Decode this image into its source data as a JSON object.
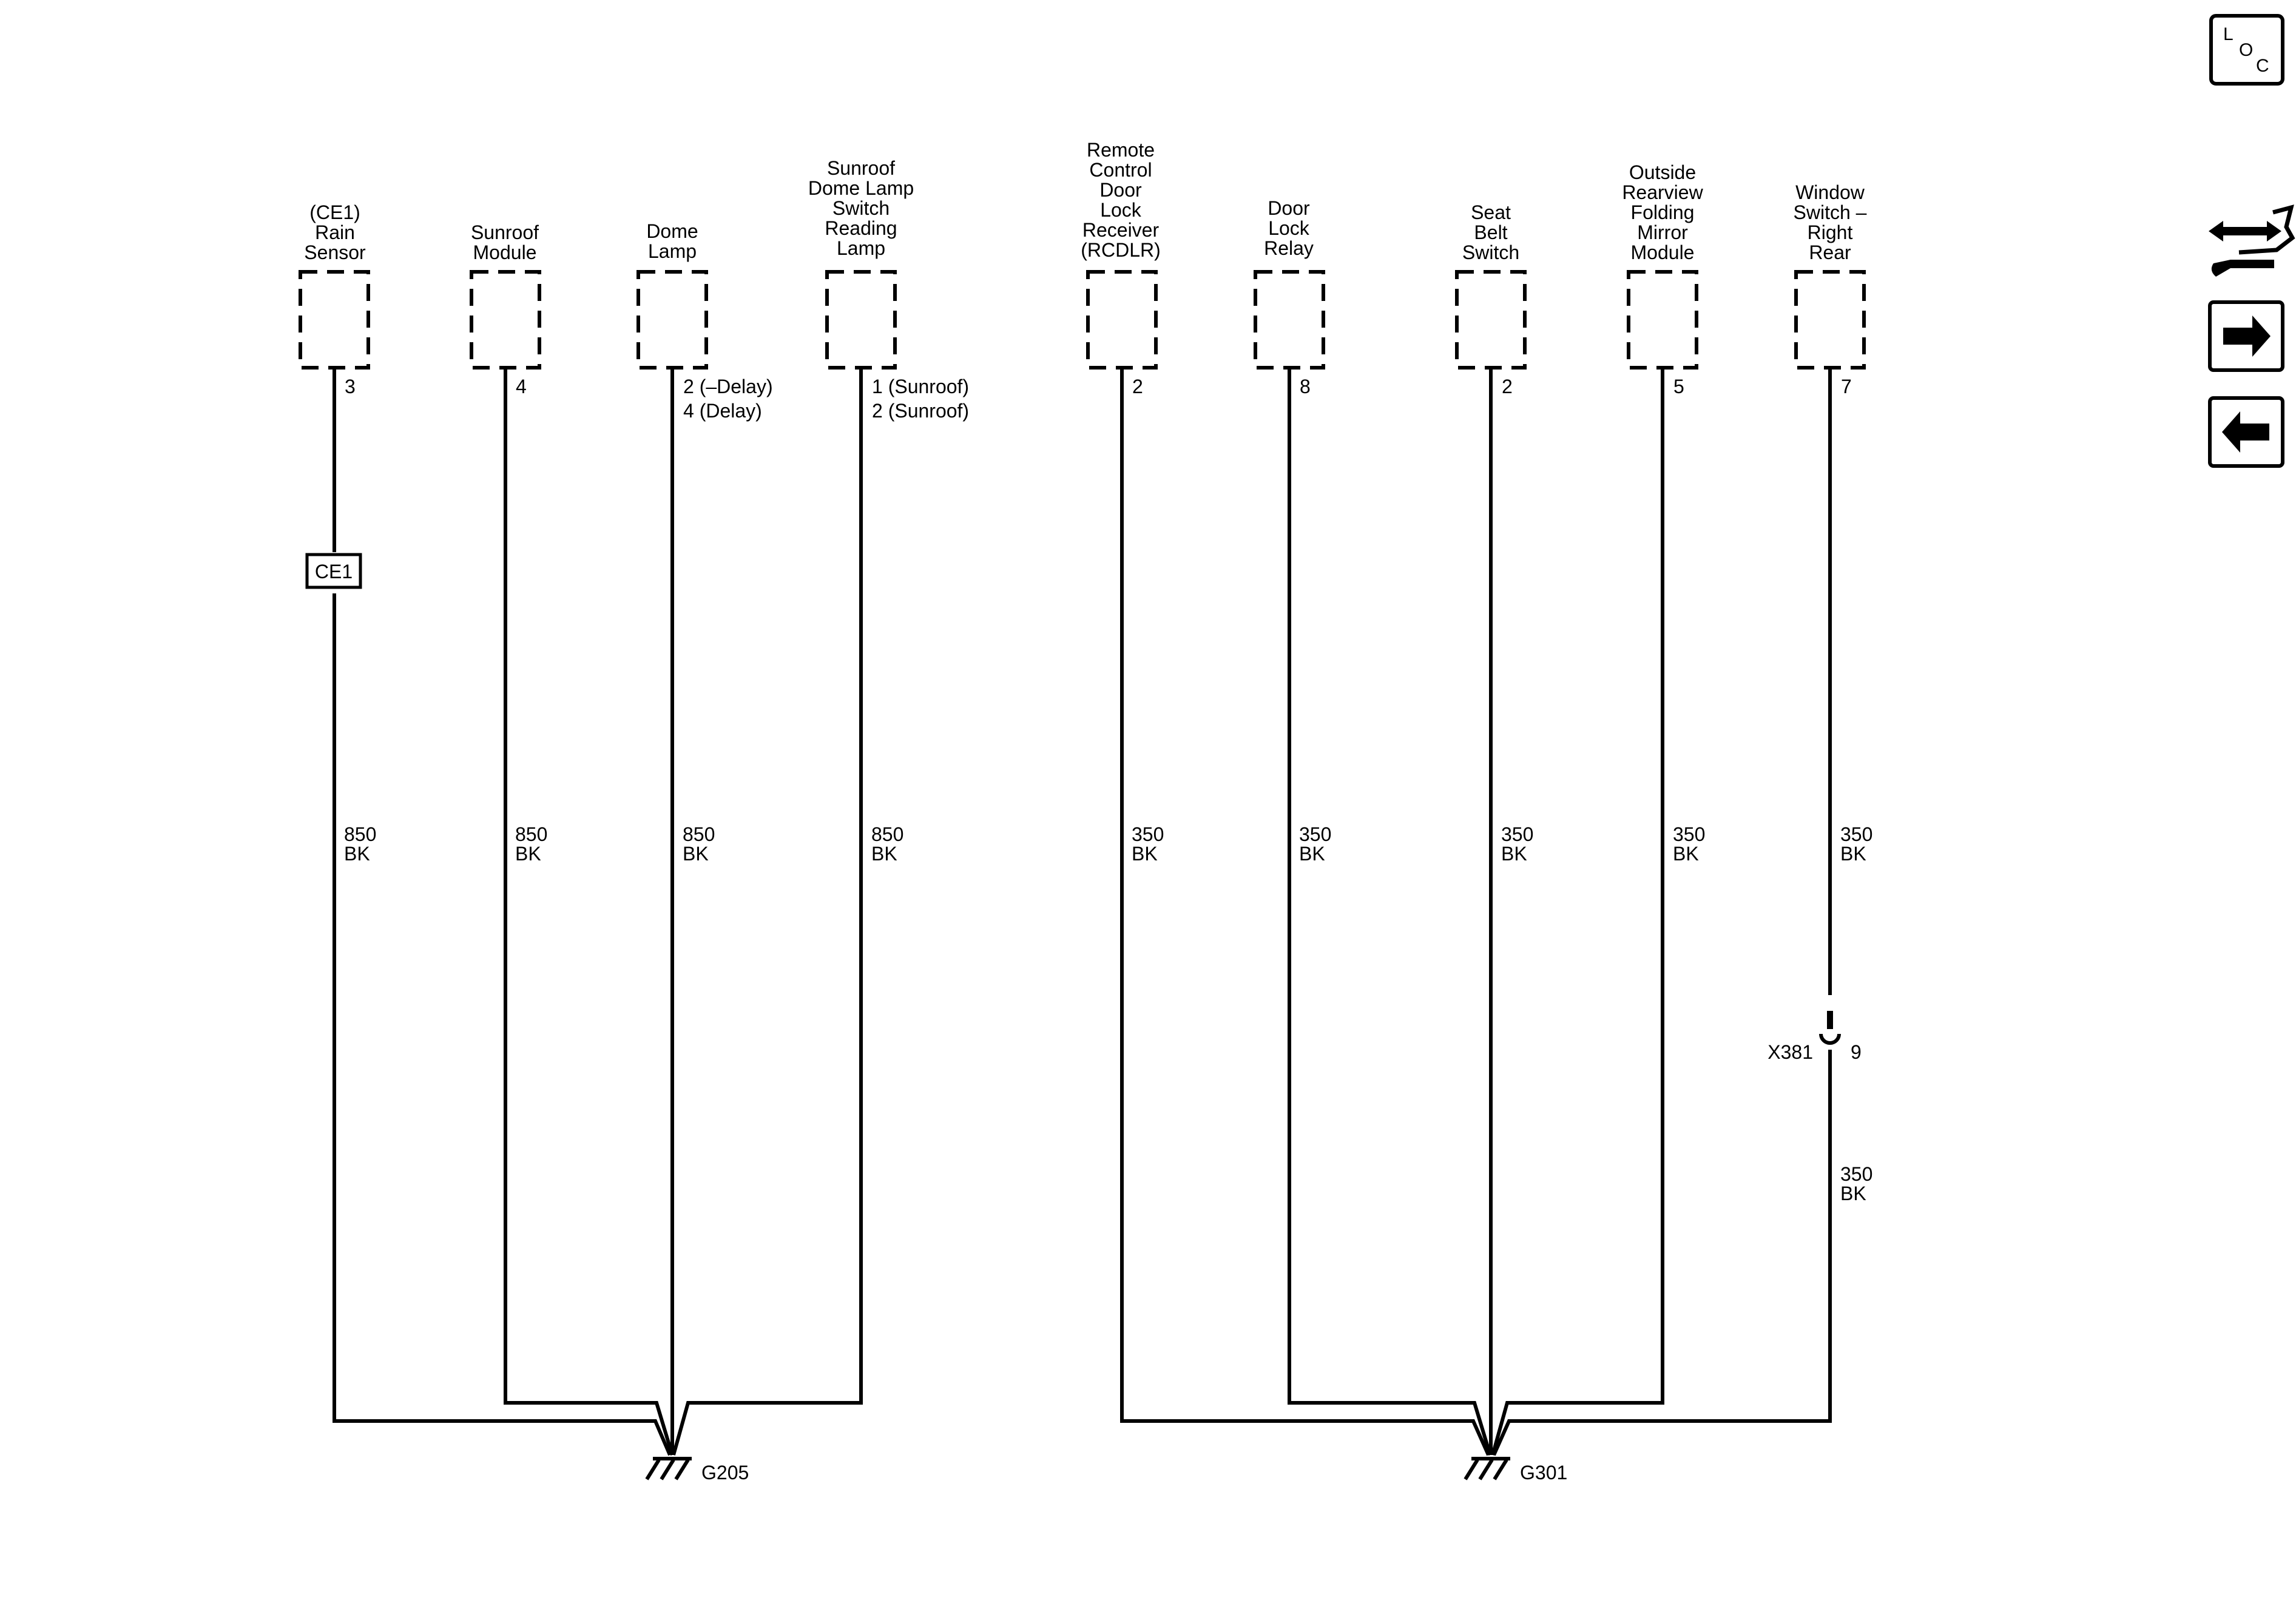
{
  "components": [
    {
      "lines": [
        "(CE1)",
        "Rain",
        "Sensor"
      ],
      "pin": "3",
      "wire": [
        "850",
        "BK"
      ]
    },
    {
      "lines": [
        "Sunroof",
        "Module"
      ],
      "pin": "4",
      "wire": [
        "850",
        "BK"
      ]
    },
    {
      "lines": [
        "Dome",
        "Lamp"
      ],
      "pin": [
        "2 (–Delay)",
        "4 (Delay)"
      ],
      "wire": [
        "850",
        "BK"
      ]
    },
    {
      "lines": [
        "Sunroof",
        "Dome Lamp",
        "Switch",
        "Reading",
        "Lamp"
      ],
      "pin": [
        "1 (Sunroof)",
        "2 (Sunroof)"
      ],
      "wire": [
        "850",
        "BK"
      ]
    },
    {
      "lines": [
        "Remote",
        "Control",
        "Door",
        "Lock",
        "Receiver",
        "(RCDLR)"
      ],
      "pin": "2",
      "wire": [
        "350",
        "BK"
      ]
    },
    {
      "lines": [
        "Door",
        "Lock",
        "Relay"
      ],
      "pin": "8",
      "wire": [
        "350",
        "BK"
      ]
    },
    {
      "lines": [
        "Seat",
        "Belt",
        "Switch"
      ],
      "pin": "2",
      "wire": [
        "350",
        "BK"
      ]
    },
    {
      "lines": [
        "Outside",
        "Rearview",
        "Folding",
        "Mirror",
        "Module"
      ],
      "pin": "5",
      "wire": [
        "350",
        "BK"
      ]
    },
    {
      "lines": [
        "Window",
        "Switch –",
        "Right",
        "Rear"
      ],
      "pin": "7",
      "wire": [
        "350",
        "BK"
      ]
    }
  ],
  "splice": "CE1",
  "connector": {
    "name": "X381",
    "pin": "9",
    "wire_below": [
      "350",
      "BK"
    ]
  },
  "grounds": [
    "G205",
    "G301"
  ],
  "loc_icon": [
    "L",
    "O",
    "C"
  ],
  "nav_icons": [
    "tools-icon",
    "arrow-right-icon",
    "arrow-left-icon"
  ]
}
